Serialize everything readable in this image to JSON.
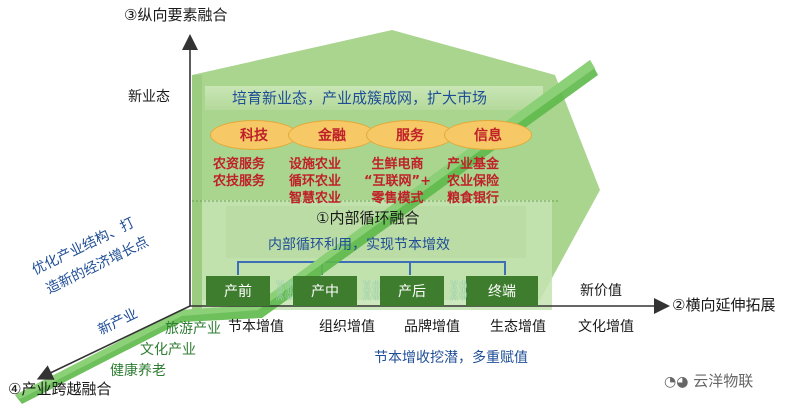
{
  "vertical_axis_label": "③纵向要素融合",
  "horizontal_axis_label": "②横向延伸拓展",
  "diagonal_axis_label": "④产业跨越融合",
  "new_format_label": "新业态",
  "top_band": "培育新业态，产业成簇成网，扩大市场",
  "factors": [
    {
      "label": "科技",
      "items": [
        "农资服务",
        "农技服务"
      ]
    },
    {
      "label": "金融",
      "items": [
        "设施农业",
        "循环农业",
        "智慧农业"
      ]
    },
    {
      "label": "服务",
      "items": [
        "生鲜电商",
        "“互联网”+",
        "零售模式"
      ]
    },
    {
      "label": "信息",
      "items": [
        "产业基金",
        "农业保险",
        "粮食银行"
      ]
    }
  ],
  "inner_title": "①内部循环融合",
  "inner_subtitle": "内部循环利用，实现节本增效",
  "stages": [
    "产前",
    "产中",
    "产后",
    "终端"
  ],
  "new_value_label": "新价值",
  "value_items": [
    "节本增值",
    "组织增值",
    "品牌增值",
    "生态增值",
    "文化增值"
  ],
  "bottom_text": "节本增收挖潜，多重赋值",
  "diagonal_text_1": "优化产业结构、打",
  "diagonal_text_2": "造新的经济增长点",
  "new_industry_label": "新产业",
  "industries": [
    "旅游产业",
    "文化产业",
    "健康养老"
  ],
  "watermark": "云洋物联",
  "colors": {
    "background": "#ffffff",
    "house_body": "#a9d58e",
    "house_light": "#c6e4b1",
    "inner_band": "#b9dba0",
    "stage_fill": "#3e7c2e",
    "factor_oval": "#f6c866",
    "red_text": "#c0202a",
    "blue_text": "#1f4e96",
    "green_text": "#2e7d32",
    "axis": "#333333"
  }
}
